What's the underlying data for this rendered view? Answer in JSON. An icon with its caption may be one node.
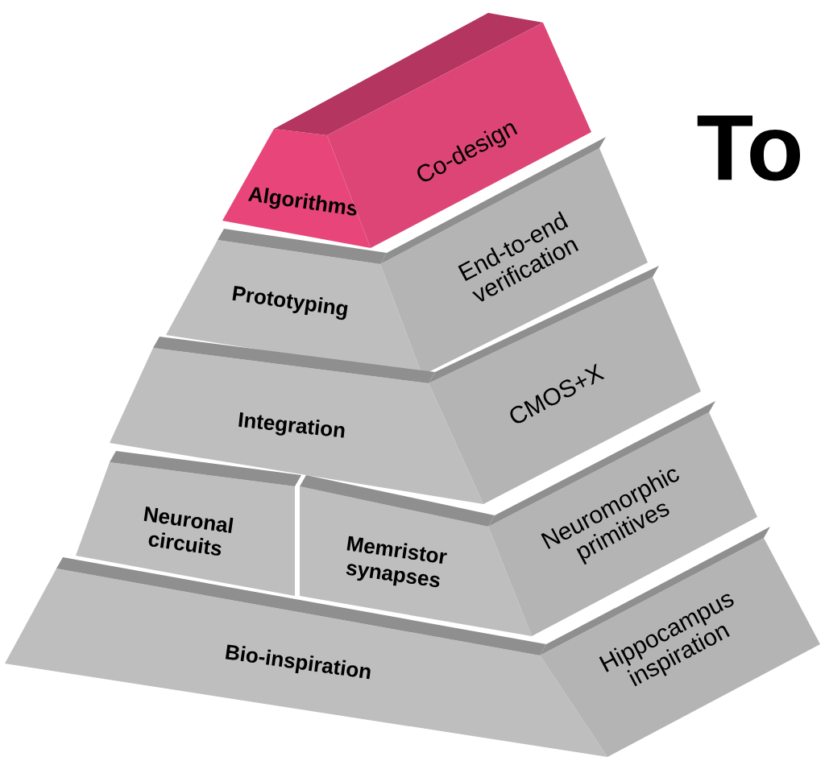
{
  "diagram": {
    "title": "To",
    "nodes": [
      {
        "text": [
          "Algorithms"
        ]
      },
      {
        "text": [
          "Co-design"
        ]
      },
      {
        "text": [
          "Prototyping"
        ]
      },
      {
        "text": [
          "End-to-end verification"
        ]
      },
      {
        "text": [
          "Integration"
        ]
      },
      {
        "text": [
          "CMOS+X"
        ]
      },
      {
        "text": [
          "Neuronal circuits"
        ]
      },
      {
        "text": [
          "Memristor synapses"
        ]
      },
      {
        "text": [
          "Neuromorphic primitives"
        ]
      },
      {
        "text": [
          "Bio-inspiration"
        ]
      },
      {
        "text": [
          "Hippocampus inspiration"
        ]
      }
    ]
  }
}
